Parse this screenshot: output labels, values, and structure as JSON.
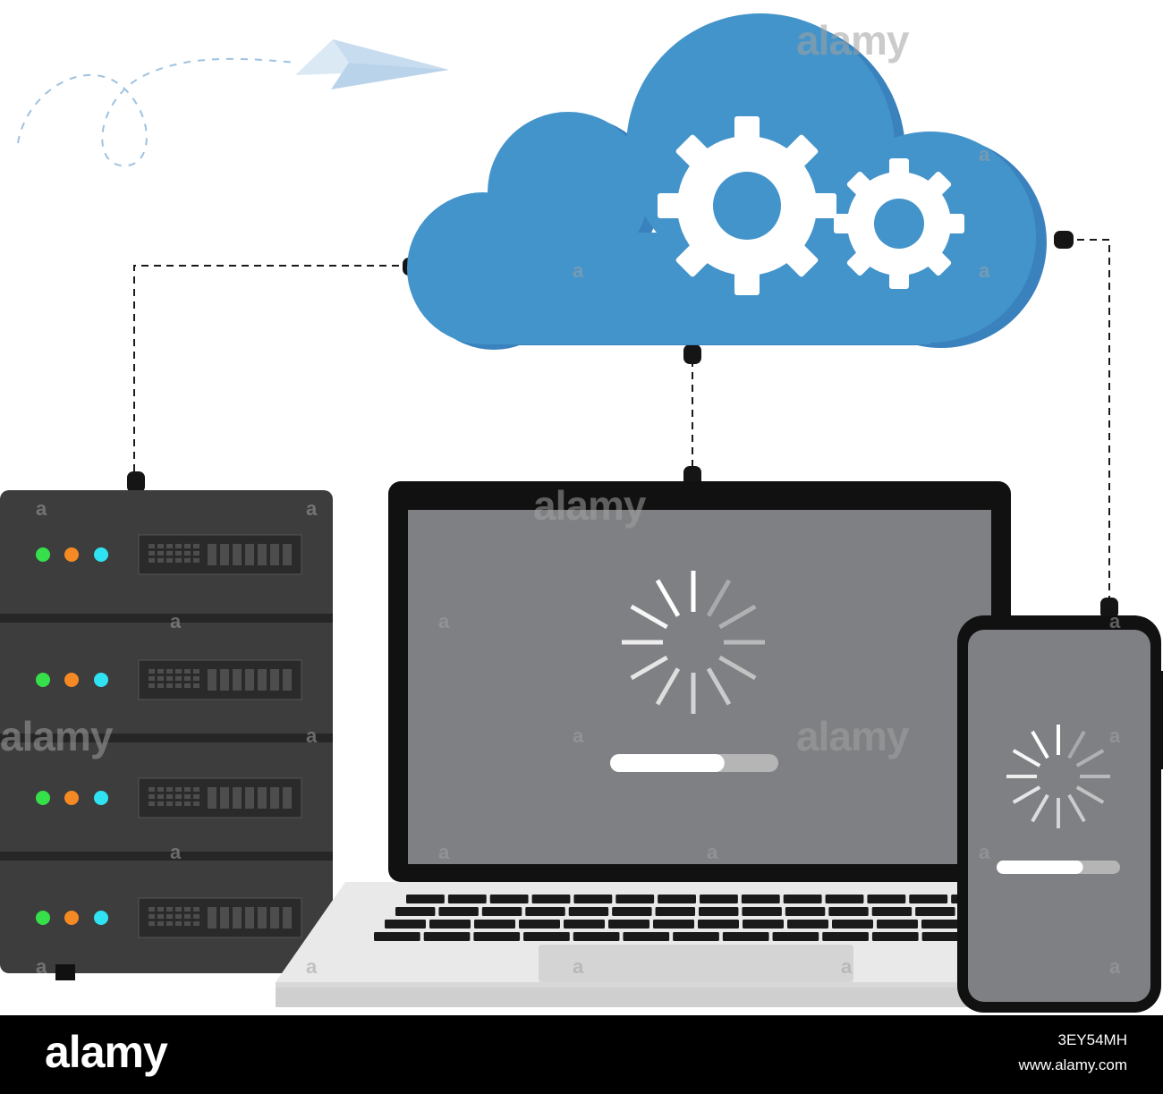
{
  "watermark": {
    "text": "alamy",
    "glyph": "a"
  },
  "footer": {
    "logo": "alamy",
    "image_id": "3EY54MH",
    "site": "www.alamy.com"
  },
  "illustration": {
    "laptop_progress": 0.68,
    "phone_progress": 0.7,
    "server_units": 4,
    "colors": {
      "cloud": "#4394cb",
      "cloud_shadow": "#3a82bd",
      "server": "#3d3d3d",
      "screen": "#7f8083",
      "led_green": "#36e04a",
      "led_orange": "#f58a24",
      "led_cyan": "#2fe3f2",
      "progress_fill": "#ffffff",
      "progress_track": "#b5b5b5"
    },
    "icons": [
      "paper-plane-icon",
      "cloud-icon",
      "gear-icon",
      "server-rack-icon",
      "laptop-icon",
      "smartphone-icon",
      "loading-spinner-icon"
    ]
  }
}
